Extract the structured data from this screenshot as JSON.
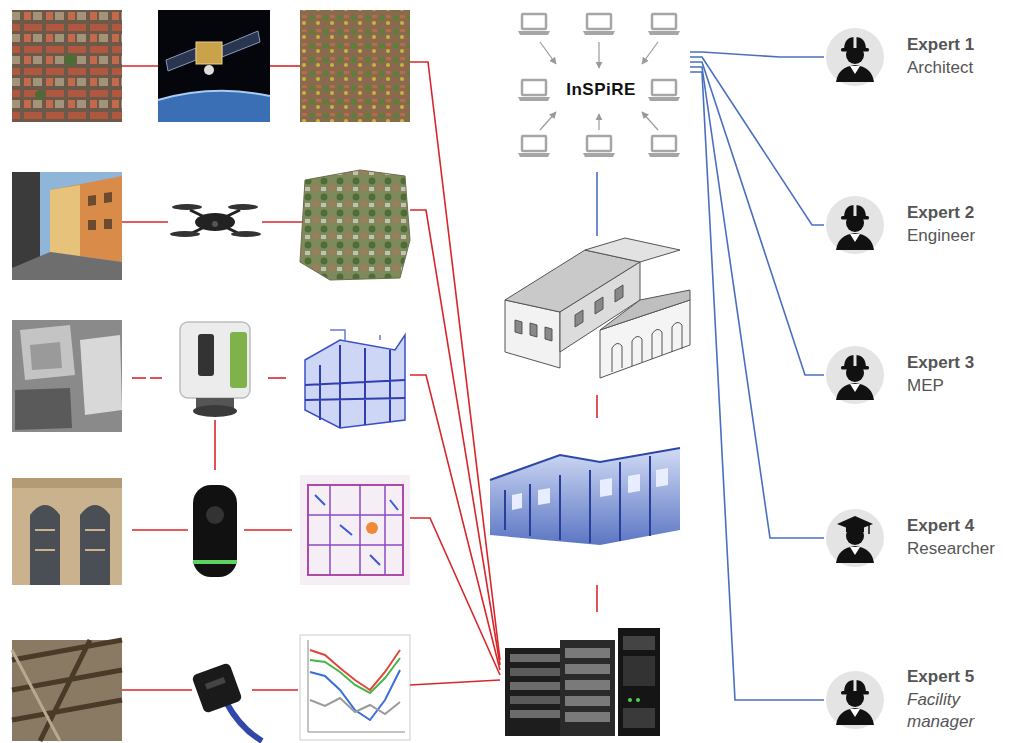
{
  "diagram": {
    "nodes": [
      {
        "text": [
          "InSPiRE"
        ]
      },
      {
        "text": [
          "Expert 1",
          "Architect"
        ]
      },
      {
        "text": [
          "Expert 2",
          "Engineer"
        ]
      },
      {
        "text": [
          "Expert 3",
          "MEP"
        ]
      },
      {
        "text": [
          "Expert 4",
          "Researcher"
        ]
      },
      {
        "text": [
          "Expert 5",
          "Facility manager"
        ]
      }
    ],
    "edges": [
      {
        "from": 0,
        "to": 1,
        "arrow": "none"
      },
      {
        "from": 0,
        "to": 2,
        "arrow": "none"
      },
      {
        "from": 0,
        "to": 3,
        "arrow": "none"
      },
      {
        "from": 0,
        "to": 4,
        "arrow": "none"
      },
      {
        "from": 0,
        "to": 5,
        "arrow": "none"
      }
    ]
  }
}
